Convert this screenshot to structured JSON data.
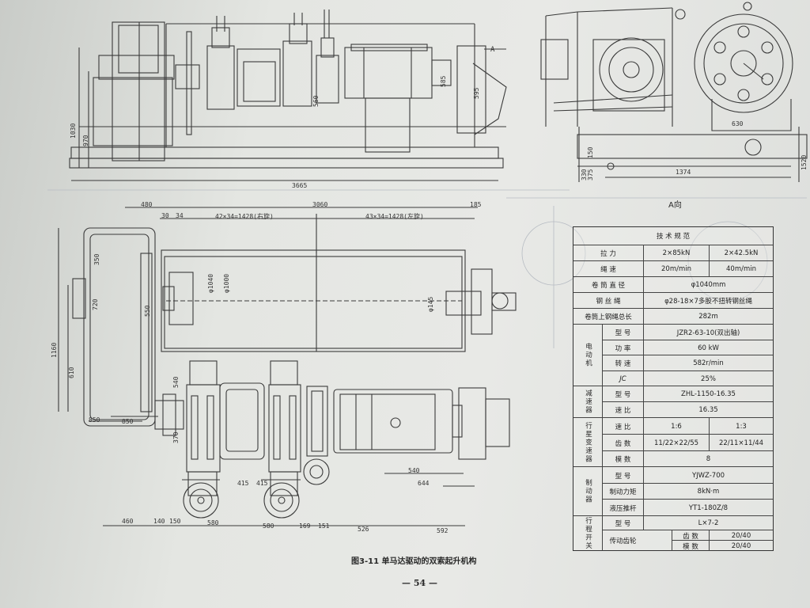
{
  "drawing": {
    "view_a_label": "A向",
    "arrow_a_label": "A",
    "dimensions": {
      "top_overall": "3665",
      "top_height_1": "1030",
      "top_height_2": "970",
      "top_dim_560": "560",
      "top_dim_585": "585",
      "top_dim_595": "595",
      "side_width": "1374",
      "side_630": "630",
      "side_150": "150",
      "side_330": "330",
      "side_375": "375",
      "side_1520": "1520",
      "plan_460_left": "480",
      "plan_3060": "3060",
      "plan_185": "185",
      "plan_30": "30",
      "plan_34": "34",
      "plan_thread_left": "42×34=1428(右旋)",
      "plan_thread_right": "43×34=1428(左旋)",
      "plan_350": "350",
      "plan_720": "720",
      "plan_550": "550",
      "plan_1160": "1160",
      "plan_610": "610",
      "plan_850a": "850",
      "plan_850b": "850",
      "plan_540": "540",
      "plan_370": "370",
      "plan_415a": "415",
      "plan_415b": "415",
      "plan_540b": "540",
      "plan_644": "644",
      "plan_d1040": "φ1040",
      "plan_d1000": "φ1000",
      "plan_d145": "φ145",
      "bot_460": "460",
      "bot_140": "140",
      "bot_150": "150",
      "bot_580a": "580",
      "bot_580b": "580",
      "bot_169": "169",
      "bot_151": "151",
      "bot_526": "526",
      "bot_592": "592"
    }
  },
  "spec_table": {
    "header": "技 术 规 范",
    "rows": [
      {
        "label": "拉 力",
        "col1": "2×85kN",
        "col2": "2×42.5kN"
      },
      {
        "label": "绳 速",
        "col1": "20m/min",
        "col2": "40m/min"
      },
      {
        "label": "卷 筒 直 径",
        "value": "φ1040mm"
      },
      {
        "label": "钢 丝 绳",
        "value": "φ28-18×7多股不扭转钢丝绳"
      },
      {
        "label": "卷筒上钢绳总长",
        "value": "282m"
      }
    ],
    "groups": [
      {
        "group": "电动机",
        "items": [
          {
            "label": "型 号",
            "value": "JZR2-63-10(双出轴)"
          },
          {
            "label": "功 率",
            "value": "60 kW"
          },
          {
            "label": "转 速",
            "value": "582r/min"
          },
          {
            "label": "JC",
            "value": "25%"
          }
        ]
      },
      {
        "group": "减速器",
        "items": [
          {
            "label": "型 号",
            "value": "ZHL-1150-16.35"
          },
          {
            "label": "速 比",
            "value": "16.35"
          }
        ]
      },
      {
        "group": "行星变速器",
        "items": [
          {
            "label": "速 比",
            "col1": "1:6",
            "col2": "1:3"
          },
          {
            "label": "齿 数",
            "col1": "11/22×22/55",
            "col2": "22/11×11/44"
          },
          {
            "label": "模 数",
            "value": "8"
          }
        ]
      },
      {
        "group": "制动器",
        "items": [
          {
            "label": "型 号",
            "value": "YJWZ-700"
          },
          {
            "label": "制动力矩",
            "value": "8kN·m"
          },
          {
            "label": "液压推杆",
            "value": "YT1-180Z/8"
          }
        ]
      },
      {
        "group": "行程开关",
        "items": [
          {
            "label": "型 号",
            "value": "L×7-2"
          },
          {
            "label": "传动齿轮",
            "sub": [
              {
                "label": "齿 数",
                "value": "20/40"
              },
              {
                "label": "模 数",
                "value": "20/40"
              }
            ]
          }
        ]
      }
    ]
  },
  "caption": "图3-11  单马达驱动的双索起升机构",
  "page_number": "— 54 —"
}
